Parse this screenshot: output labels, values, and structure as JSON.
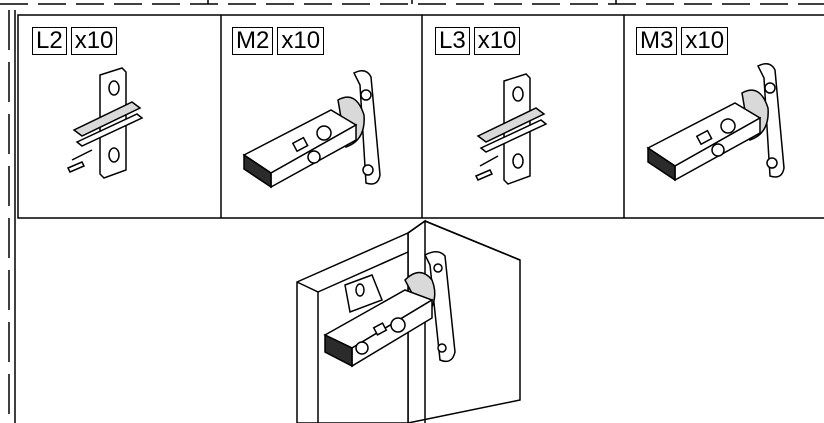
{
  "parts": [
    {
      "code": "L2",
      "qty": "x10"
    },
    {
      "code": "M2",
      "qty": "x10"
    },
    {
      "code": "L3",
      "qty": "x10"
    },
    {
      "code": "M3",
      "qty": "x10"
    }
  ],
  "colors": {
    "line": "#000000",
    "fill": "#ffffff",
    "shade": "#d9d9d9",
    "dark": "#2b2b2b"
  }
}
